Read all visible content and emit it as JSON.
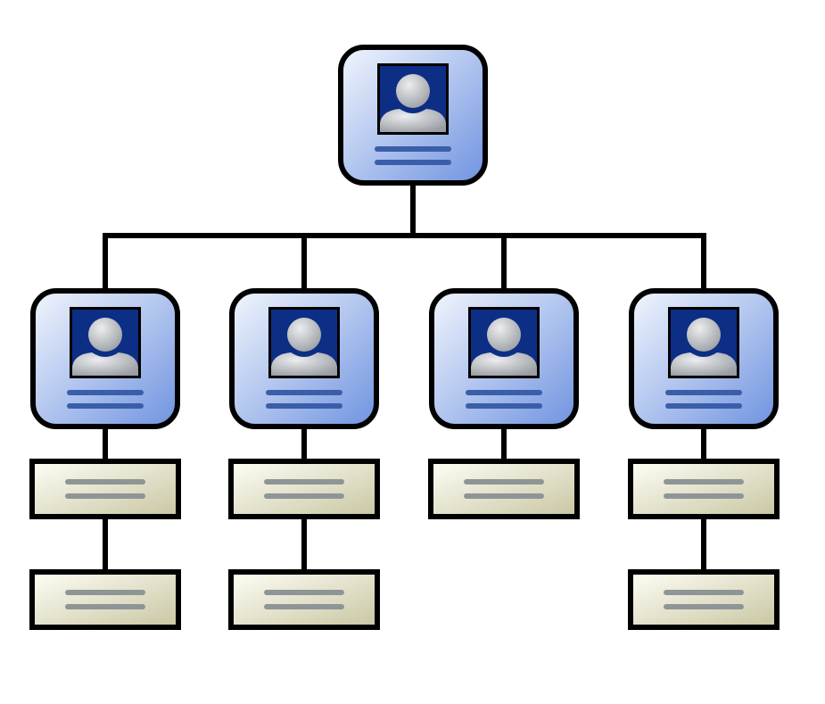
{
  "palette": {
    "card_fill_light": "#f2f6fd",
    "card_fill_dark": "#6f93e0",
    "card_border": "#000000",
    "photo_frame": "#000000",
    "photo_bg": "#0c2e84",
    "avatar_light": "#ecedef",
    "avatar_dark": "#9a9ea3",
    "name_line": "#3a5ea9",
    "note_fill_light": "#fefef6",
    "note_fill_dark": "#c9c6a2",
    "note_line": "#8e9596",
    "connector": "#000000"
  },
  "org_chart": {
    "root": {
      "role": "manager",
      "icon": "person-avatar-icon"
    },
    "columns": [
      {
        "role": "employee",
        "icon": "person-avatar-icon",
        "notes": 2
      },
      {
        "role": "employee",
        "icon": "person-avatar-icon",
        "notes": 2
      },
      {
        "role": "employee",
        "icon": "person-avatar-icon",
        "notes": 1
      },
      {
        "role": "employee",
        "icon": "person-avatar-icon",
        "notes": 2
      }
    ]
  }
}
